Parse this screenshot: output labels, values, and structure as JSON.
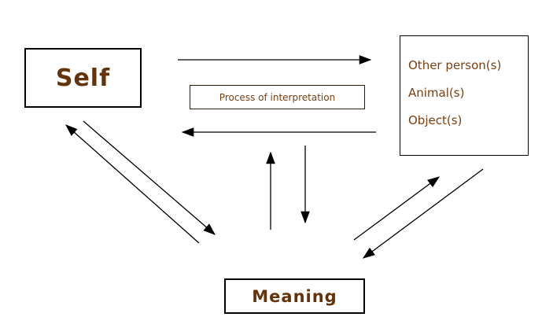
{
  "colors": {
    "heading_text": "#653308",
    "body_text": "#7c3e10",
    "border_color": "#000000",
    "process_border": "#2b1c0c",
    "line_color": "#000000"
  },
  "nodes": {
    "self": {
      "label": "Self"
    },
    "process": {
      "label": "Process of interpretation"
    },
    "others": {
      "items": [
        "Other person(s)",
        "Animal(s)",
        "Object(s)"
      ]
    },
    "meaning": {
      "label": "Meaning"
    }
  },
  "arrows": [
    {
      "from": "self",
      "to": "others",
      "direction": "right"
    },
    {
      "from": "others",
      "to": "self",
      "direction": "left"
    },
    {
      "from": "meaning",
      "to": "process",
      "direction": "up"
    },
    {
      "from": "process",
      "to": "meaning",
      "direction": "down"
    },
    {
      "from": "meaning",
      "to": "self",
      "direction": "up-left"
    },
    {
      "from": "self",
      "to": "meaning",
      "direction": "down-right"
    },
    {
      "from": "meaning",
      "to": "others",
      "direction": "up-right"
    },
    {
      "from": "others",
      "to": "meaning",
      "direction": "down-left"
    }
  ]
}
